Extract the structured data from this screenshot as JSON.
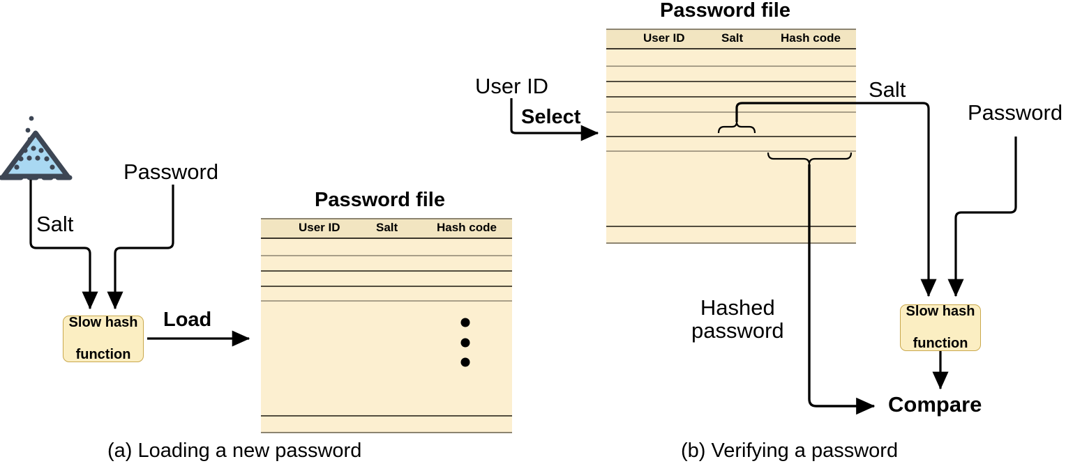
{
  "figure": {
    "panel_a": {
      "caption": "(a) Loading a new password",
      "salt_icon_name": "salt-pile-icon",
      "labels": {
        "password": "Password",
        "salt": "Salt",
        "load": "Load"
      },
      "hash_box": {
        "line1": "Slow hash",
        "line2": "function"
      },
      "table": {
        "title": "Password file",
        "columns": [
          "User ID",
          "Salt",
          "Hash code"
        ],
        "rows": [
          "",
          "",
          "",
          "",
          "",
          ""
        ],
        "ellipsis": "vertical-ellipsis"
      }
    },
    "panel_b": {
      "caption": "(b) Verifying a password",
      "labels": {
        "user_id": "User ID",
        "select": "Select",
        "salt": "Salt",
        "password": "Password",
        "hashed_password_line1": "Hashed",
        "hashed_password_line2": "password",
        "compare": "Compare"
      },
      "hash_box": {
        "line1": "Slow hash",
        "line2": "function"
      },
      "table": {
        "title": "Password file",
        "columns": [
          "User ID",
          "Salt",
          "Hash code"
        ],
        "rows": [
          "",
          "",
          "",
          "",
          "",
          ""
        ]
      }
    },
    "colors": {
      "table_fill": "#fcefd0",
      "table_header_fill": "#f2e5c1",
      "table_rule": "#8c8470",
      "table_rule_dark": "#3a342a",
      "box_fill": "#fbeec2",
      "box_stroke": "#c9a84c",
      "salt_icon_fill": "#a9d8f2",
      "salt_icon_stroke": "#3d4654",
      "connector": "#000000",
      "background": "#ffffff"
    }
  }
}
